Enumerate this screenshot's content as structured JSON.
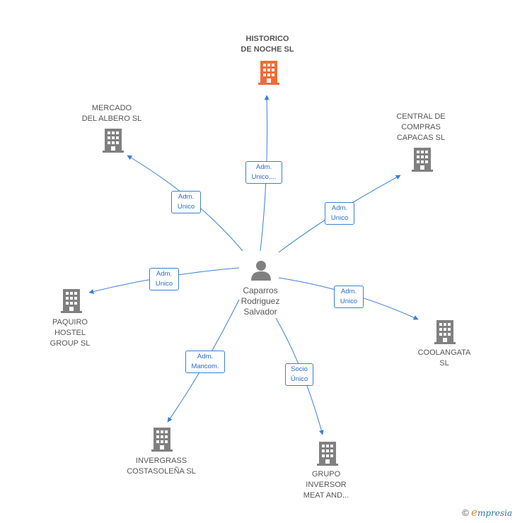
{
  "center": {
    "name": "Caparros\nRodriguez\nSalvador"
  },
  "companies": [
    {
      "id": "historico",
      "name": "HISTORICO\nDE NOCHE  SL",
      "highlight": true
    },
    {
      "id": "mercado",
      "name": "MERCADO\nDEL ALBERO  SL",
      "highlight": false
    },
    {
      "id": "central",
      "name": "CENTRAL DE\nCOMPRAS\nCAPACAS  SL",
      "highlight": false
    },
    {
      "id": "paquiro",
      "name": "PAQUIRO\nHOSTEL\nGROUP SL",
      "highlight": false
    },
    {
      "id": "coolangata",
      "name": "COOLANGATA\nSL",
      "highlight": false
    },
    {
      "id": "invergrass",
      "name": "INVERGRASS\nCOSTASOLEÑA SL",
      "highlight": false
    },
    {
      "id": "grupo",
      "name": "GRUPO\nINVERSOR\nMEAT AND...",
      "highlight": false
    }
  ],
  "relations": [
    {
      "to": "historico",
      "label": "Adm.\nUnico,..."
    },
    {
      "to": "mercado",
      "label": "Adm.\nUnico"
    },
    {
      "to": "central",
      "label": "Adm.\nUnico"
    },
    {
      "to": "paquiro",
      "label": "Adm.\nUnico"
    },
    {
      "to": "coolangata",
      "label": "Adm.\nUnico"
    },
    {
      "to": "invergrass",
      "label": "Adm.\nMancom."
    },
    {
      "to": "grupo",
      "label": "Socio\nÚnico"
    }
  ],
  "colors": {
    "edge": "#3a7fd5",
    "building": "#808080",
    "highlight_building": "#f26b38"
  },
  "footer": {
    "copyright": "©",
    "brand_initial": "e",
    "brand_rest": "mpresia"
  }
}
